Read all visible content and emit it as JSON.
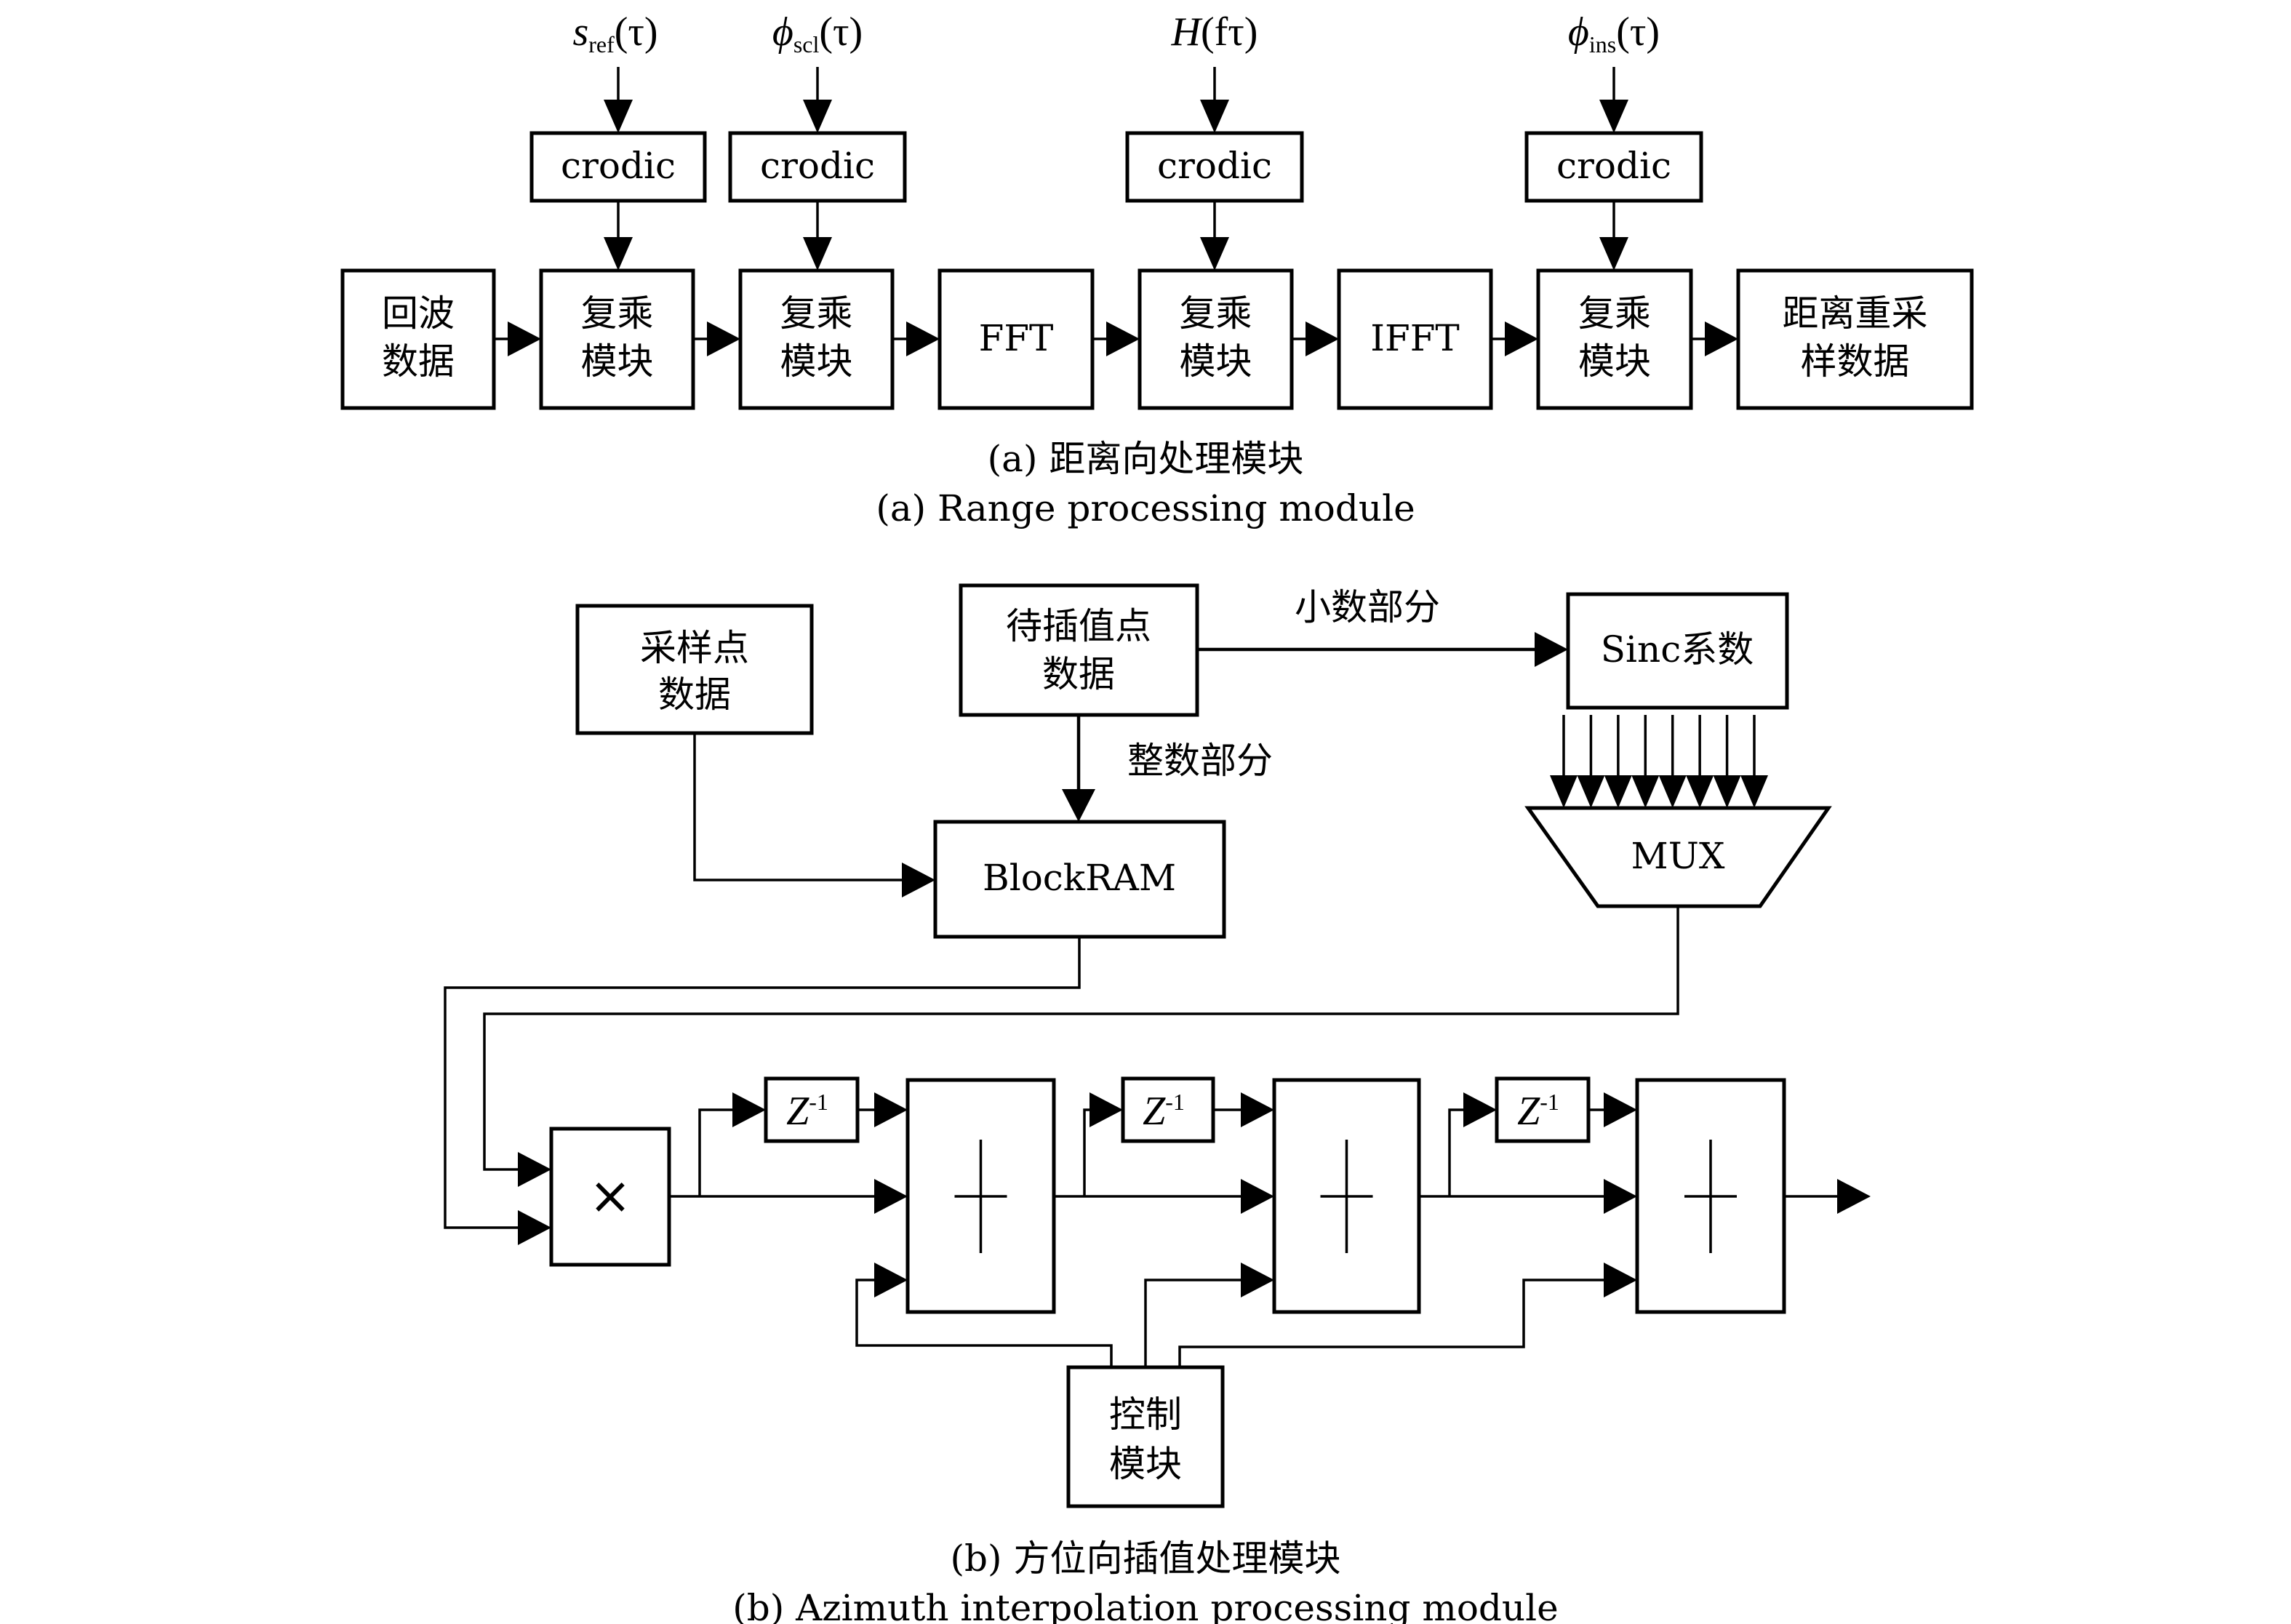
{
  "figure": {
    "range_module": {
      "caption_cn": "(a) 距离向处理模块",
      "caption_en": "(a) Range processing module",
      "inputs": [
        {
          "symbol": "s",
          "subscript": "ref",
          "arg": "(τ)"
        },
        {
          "symbol": "ϕ",
          "subscript": "scl",
          "arg": "(τ)"
        },
        {
          "symbol": "H",
          "subscript": "",
          "arg": "(fτ)"
        },
        {
          "symbol": "ϕ",
          "subscript": "ins",
          "arg": "(τ)"
        }
      ],
      "crodic_label": "crodic",
      "chain": [
        {
          "line1": "回波",
          "line2": "数据"
        },
        {
          "line1": "复乘",
          "line2": "模块"
        },
        {
          "line1": "复乘",
          "line2": "模块"
        },
        {
          "line1": "FFT",
          "line2": ""
        },
        {
          "line1": "复乘",
          "line2": "模块"
        },
        {
          "line1": "IFFT",
          "line2": ""
        },
        {
          "line1": "复乘",
          "line2": "模块"
        },
        {
          "line1": "距离重采",
          "line2": "样数据"
        }
      ]
    },
    "azimuth_module": {
      "caption_cn": "(b) 方位向插值处理模块",
      "caption_en": "(b) Azimuth interpolation processing module",
      "sample_data": {
        "line1": "采样点",
        "line2": "数据"
      },
      "interp_point": {
        "line1": "待插值点",
        "line2": "数据"
      },
      "fraction_label": "小数部分",
      "integer_label": "整数部分",
      "sinc": "Sinc系数",
      "blockram": "BlockRAM",
      "mux": "MUX",
      "mux_inputs": 8,
      "multiply_symbol": "×",
      "adder_symbol": "+",
      "delay": {
        "base": "Z",
        "exp": "-1"
      },
      "adder_count": 3,
      "control": {
        "line1": "控制",
        "line2": "模块"
      }
    }
  }
}
